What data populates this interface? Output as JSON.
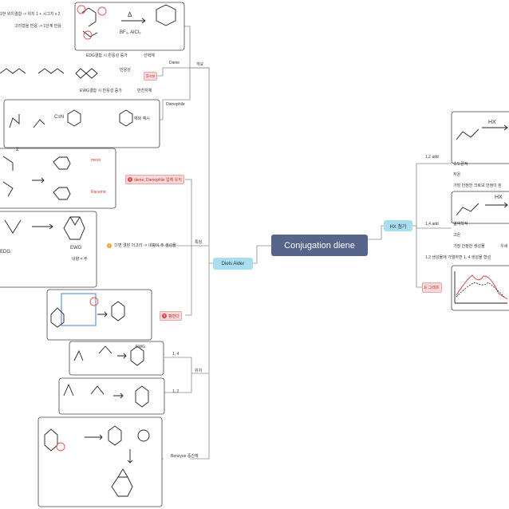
{
  "central": {
    "title": "Conjugation diene"
  },
  "branches": {
    "diels_alder": {
      "label": "Diels Alder"
    },
    "hx": {
      "label": "HX 첨가"
    },
    "e_graph": {
      "label": "E 그래프"
    }
  },
  "left": {
    "general": "개요",
    "diene": "Diene",
    "dienophile": "Dienophile",
    "edg": "EDG결합 시 반응성 증가",
    "edg_sub": "반응성",
    "edg_example": "선택체",
    "s_cis": "S-cis",
    "ewg": "EWG결합 시 반응성 증가",
    "ewg_example": "반친자체",
    "example": "예외 예시",
    "cond1": "1번 위치결합 -> 위치 1 + 시그지 x 2",
    "cond2": "고리형을 반응 -> 1단계 반응",
    "features": "특징",
    "f1": "diene, Dienophile 입체 유지",
    "f2": "다면 결된 이고리 -> 내향이 주 생성물",
    "f3": "평면다",
    "regio": "위치",
    "p14": "1, 4",
    "p12": "1, 2",
    "benzyne": "Benzyne 중간체",
    "n1": "1",
    "n2": "2",
    "n3": "3"
  },
  "right": {
    "a12": "1,2 add",
    "a14": "1,4 add",
    "speed": "속도론적",
    "low": "저온",
    "stable_cap": "가장 안정한 크로모 안정이 된",
    "thermo": "열역학적",
    "high": "고온",
    "stable_prod": "가장 안정한 생성물",
    "note": "1,2 생성물에 가열하면 1, 4 생성물 형성",
    "extra": "우세"
  },
  "drawings": {
    "delta": "Δ",
    "catalyst": "BF₃, AlCl₃",
    "cn": "C≡N",
    "z": "Z",
    "ewg": "EWG",
    "edg": "EDG",
    "ewg_f": "EWG",
    "pilot": "내향 = 주",
    "hx": "HX",
    "meso": "meso",
    "racemic": "Racemic"
  },
  "colors": {
    "central": "#57658a",
    "branch": "#a9def0",
    "red_tag": "#f7d8d8",
    "line": "#8a8a8a"
  }
}
